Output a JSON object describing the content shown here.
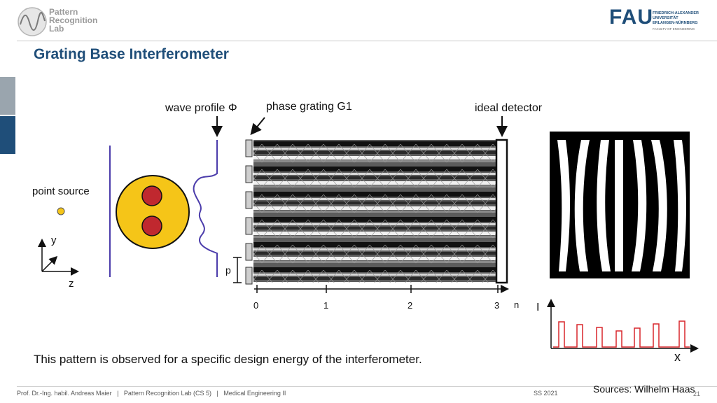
{
  "header": {
    "lab_name_line1": "Pattern",
    "lab_name_line2": "Recognition",
    "lab_name_line3": "Lab",
    "fau_logo_text": "FAU",
    "fau_line1": "FRIEDRICH-ALEXANDER",
    "fau_line2": "UNIVERSITÄT",
    "fau_line3": "ERLANGEN-NÜRNBERG",
    "fau_line4": "FACULTY OF ENGINEERING",
    "brand_color": "#1f4e79"
  },
  "slide": {
    "title": "Grating Base Interferometer",
    "caption": "This pattern is observed for a specific design energy of the interferometer."
  },
  "diagram": {
    "label_point_source": "point source",
    "label_wave_profile": "wave profile Φ",
    "label_phase_grating": "phase grating G1",
    "label_ideal_detector": "ideal detector",
    "label_y": "y",
    "label_z": "z",
    "label_p": "p",
    "label_n": "n",
    "ticks": [
      "0",
      "1",
      "2",
      "3"
    ],
    "label_intensity": "I",
    "label_x": "x",
    "object_color": "#f5c518",
    "inclusion_color": "#c0282f",
    "profile_color": "#4b3cab",
    "profile_plot_color": "#d9262b"
  },
  "footer": {
    "left": "Prof. Dr.-Ing. habil. Andreas Maier   |   Pattern Recognition Lab (CS 5)   |   Medical Engineering II",
    "term": "SS 2021",
    "page": "21",
    "sources": "Sources: Wilhelm Haas"
  }
}
